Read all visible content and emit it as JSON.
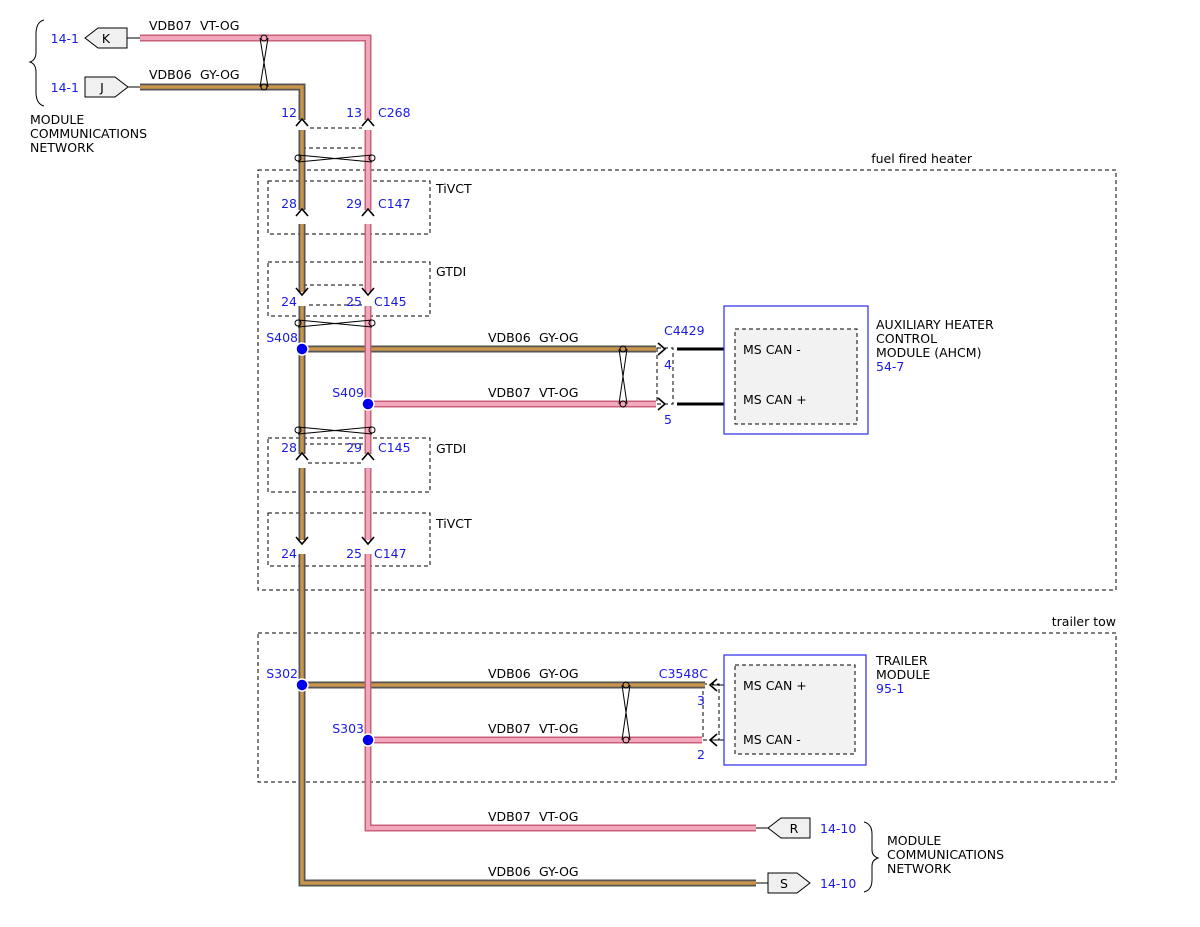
{
  "wires": {
    "vdb07": "VDB07",
    "vt_og": "VT-OG",
    "vdb06": "VDB06",
    "gy_og": "GY-OG"
  },
  "flags": {
    "k": {
      "letter": "K",
      "ref": "14-1"
    },
    "j": {
      "letter": "J",
      "ref": "14-1"
    },
    "r": {
      "letter": "R",
      "ref": "14-10"
    },
    "s": {
      "letter": "S",
      "ref": "14-10"
    }
  },
  "network": {
    "top": [
      "MODULE",
      "COMMUNICATIONS",
      "NETWORK"
    ],
    "bottom": [
      "MODULE",
      "COMMUNICATIONS",
      "NETWORK"
    ]
  },
  "connectors": {
    "c268": {
      "name": "C268",
      "pin_a": "12",
      "pin_b": "13"
    },
    "c147_top": {
      "name": "C147",
      "pin_a": "28",
      "pin_b": "29",
      "group": "TiVCT"
    },
    "c145_top": {
      "name": "C145",
      "pin_a": "24",
      "pin_b": "25",
      "group": "GTDI"
    },
    "c145_bot": {
      "name": "C145",
      "pin_a": "28",
      "pin_b": "29",
      "group": "GTDI"
    },
    "c147_bot": {
      "name": "C147",
      "pin_a": "24",
      "pin_b": "25",
      "group": "TiVCT"
    },
    "c4429": {
      "name": "C4429",
      "pin_a": "4",
      "pin_b": "5"
    },
    "c3548c": {
      "name": "C3548C",
      "pin_a": "3",
      "pin_b": "2"
    }
  },
  "splices": {
    "s408": "S408",
    "s409": "S409",
    "s302": "S302",
    "s303": "S303"
  },
  "options": {
    "fuel_fired_heater": "fuel fired heater",
    "trailer_tow": "trailer tow"
  },
  "ahcm": {
    "title": [
      "AUXILIARY HEATER",
      "CONTROL",
      "MODULE (AHCM)"
    ],
    "ref": "54-7",
    "pin_a": "MS CAN -",
    "pin_b": "MS CAN +"
  },
  "trailer_module": {
    "title": [
      "TRAILER",
      "MODULE"
    ],
    "ref": "95-1",
    "pin_a": "MS CAN +",
    "pin_b": "MS CAN -"
  }
}
